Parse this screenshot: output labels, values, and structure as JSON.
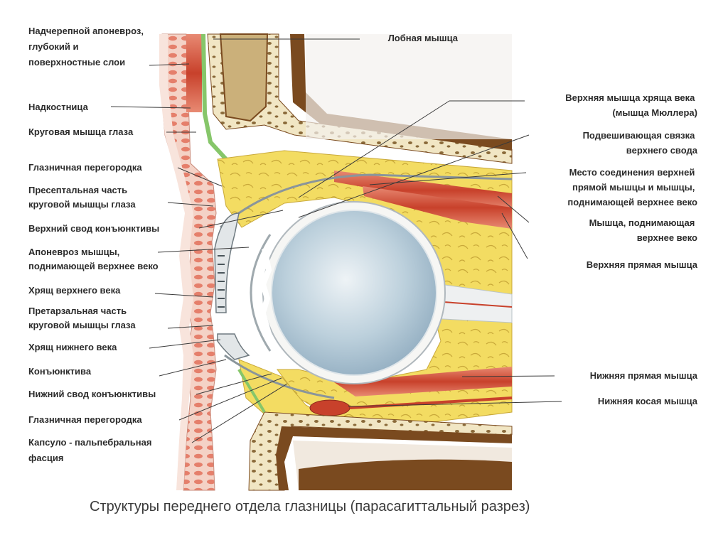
{
  "caption": "Структуры переднего отдела глазницы (парасагиттальный разрез)",
  "labels_left": [
    {
      "id": "aponeurosis",
      "lines": [
        "Надчерепной апоневроз,",
        "глубокий и",
        "поверхностные слои"
      ]
    },
    {
      "id": "periosteum",
      "lines": [
        "Надкостница"
      ]
    },
    {
      "id": "orbicularis",
      "lines": [
        "Круговая мышца глаза"
      ]
    },
    {
      "id": "septum-upper",
      "lines": [
        "Глазничная перегородка"
      ]
    },
    {
      "id": "preseptal",
      "lines": [
        "Пресептальная часть",
        "круговой мышцы глаза"
      ]
    },
    {
      "id": "upper-fornix",
      "lines": [
        "Верхний свод конъюнктивы"
      ]
    },
    {
      "id": "levator-aponeurosis",
      "lines": [
        "Апоневроз мышцы,",
        "поднимающей верхнее веко"
      ]
    },
    {
      "id": "upper-tarsus",
      "lines": [
        "Хрящ верхнего века"
      ]
    },
    {
      "id": "pretarsal",
      "lines": [
        "Претарзальная часть",
        "круговой мышцы глаза"
      ]
    },
    {
      "id": "lower-tarsus",
      "lines": [
        "Хрящ нижнего века"
      ]
    },
    {
      "id": "conjunctiva",
      "lines": [
        "Конъюнктива"
      ]
    },
    {
      "id": "lower-fornix",
      "lines": [
        "Нижний свод конъюнктивы"
      ]
    },
    {
      "id": "septum-lower",
      "lines": [
        "Глазничная перегородка"
      ]
    },
    {
      "id": "capsulopalpebral",
      "lines": [
        "Капсуло - пальпебральная",
        "фасция"
      ]
    }
  ],
  "labels_right": [
    {
      "id": "frontalis",
      "lines": [
        "Лобная мышца"
      ]
    },
    {
      "id": "muller",
      "lines": [
        "Верхняя мышца хряща века",
        "(мышца Мюллера)"
      ]
    },
    {
      "id": "suspensory",
      "lines": [
        "Подвешивающая связка",
        "верхнего свода"
      ]
    },
    {
      "id": "junction",
      "lines": [
        "Место соединения верхней",
        "прямой мышцы и мышцы,",
        "поднимающей верхнее веко"
      ]
    },
    {
      "id": "levator",
      "lines": [
        "Мышца, поднимающая",
        "верхнее веко"
      ]
    },
    {
      "id": "superior-rectus",
      "lines": [
        "Верхняя прямая мышца"
      ]
    },
    {
      "id": "inferior-rectus",
      "lines": [
        "Нижняя прямая мышца"
      ]
    },
    {
      "id": "inferior-oblique",
      "lines": [
        "Нижняя косая мышца"
      ]
    }
  ],
  "colors": {
    "fat": "#f3dc62",
    "fat_light": "#f8ec9a",
    "bone": "#efe3bd",
    "bone_dark": "#7a4a1f",
    "muscle": "#d2553f",
    "muscle_light": "#e99a85",
    "skin": "#f3c9bb",
    "eye_fill": "#a7bfcf",
    "periosteum": "#9bd07a",
    "text": "#2b2b2b"
  }
}
